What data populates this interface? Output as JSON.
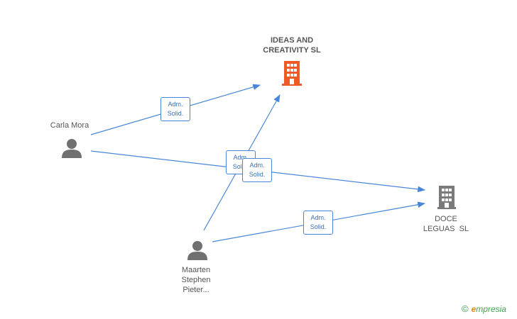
{
  "nodes": {
    "ideas": {
      "label_line1": "IDEAS AND",
      "label_line2": "CREATIVITY SL"
    },
    "doce": {
      "label_line1": "DOCE",
      "label_line2": "LEGUAS  SL"
    },
    "carla": {
      "label": "Carla Mora"
    },
    "maarten": {
      "label_line1": "Maarten",
      "label_line2": "Stephen",
      "label_line3": "Pieter..."
    }
  },
  "edges": {
    "e1": {
      "line1": "Adm.",
      "line2": "Solid."
    },
    "e2": {
      "line1": "Adm.",
      "line2": "Solid."
    },
    "e3": {
      "line1": "Adm.",
      "line2": "Solid."
    },
    "e4": {
      "line1": "Adm.",
      "line2": "Solid."
    }
  },
  "brand": {
    "copyright": "©",
    "e": "e",
    "rest": "mpresia"
  },
  "colors": {
    "edge": "#4a86d8",
    "company_main": "#f05a28",
    "company_other": "#7a7a7a",
    "person": "#707070"
  }
}
